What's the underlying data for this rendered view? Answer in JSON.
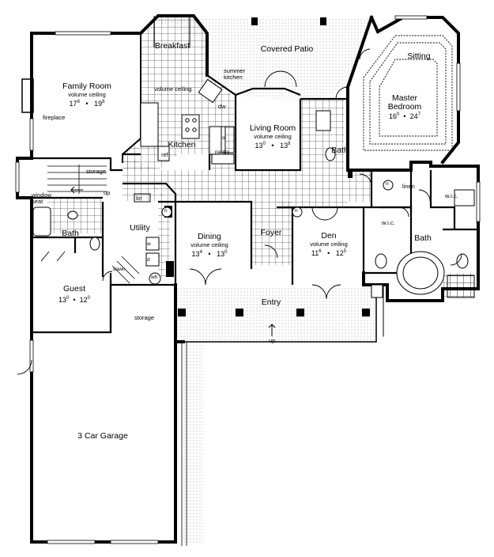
{
  "rooms": {
    "breakfast": {
      "name": "Breakfast"
    },
    "covered_patio": {
      "name": "Covered Patio"
    },
    "sitting": {
      "name": "Sitting"
    },
    "family_room": {
      "name": "Family Room",
      "sub": "volume ceiling",
      "dim_a": "17",
      "dim_a_sup": "6",
      "dim_b": "19",
      "dim_b_sup": "8"
    },
    "master_bedroom": {
      "name": "Master",
      "name2": "Bedroom",
      "dim_a": "16",
      "dim_a_sup": "0",
      "dim_b": "24",
      "dim_b_sup": "7"
    },
    "living_room": {
      "name": "Living Room",
      "sub": "volume ceiling",
      "dim_a": "13",
      "dim_a_sup": "0",
      "dim_b": "13",
      "dim_b_sup": "8"
    },
    "kitchen": {
      "name": "Kitchen"
    },
    "dining": {
      "name": "Dining",
      "sub": "volume ceiling",
      "dim_a": "13",
      "dim_a_sup": "4",
      "dim_b": "13",
      "dim_b_sup": "0"
    },
    "foyer": {
      "name": "Foyer"
    },
    "den": {
      "name": "Den",
      "sub": "volume ceiling",
      "dim_a": "11",
      "dim_a_sup": "6",
      "dim_b": "12",
      "dim_b_sup": "5"
    },
    "utility": {
      "name": "Utility"
    },
    "guest": {
      "name": "Guest",
      "dim_a": "13",
      "dim_a_sup": "0",
      "dim_b": "12",
      "dim_b_sup": "0"
    },
    "entry": {
      "name": "Entry"
    },
    "garage": {
      "name": "3 Car Garage"
    },
    "bath_left": {
      "name": "Bath"
    },
    "bath_center": {
      "name": "Bath"
    },
    "bath_master": {
      "name": "Bath"
    }
  },
  "labels": {
    "summer_kitchen": "summer\nkitchen",
    "volume_ceiling_kitchen": "volume ceiling",
    "fireplace": "fireplace",
    "storage_upper": "storage",
    "storage_lower": "storage",
    "window_seat": "window\nseat",
    "up_stair": "up",
    "up_entry": "up",
    "dw": "dw",
    "ref": "ref",
    "pantry": "pantry",
    "lin": "lin",
    "linen": "linen",
    "wic_1": "w.i.c.",
    "wic_2": "w.i.c.",
    "n1": "n",
    "n2": "n",
    "n3": "n",
    "wh": "wh",
    "w": "w",
    "d": "d",
    "dn": "dn",
    "o": "o",
    "dn_stair": "dawn"
  },
  "bullet": "•"
}
